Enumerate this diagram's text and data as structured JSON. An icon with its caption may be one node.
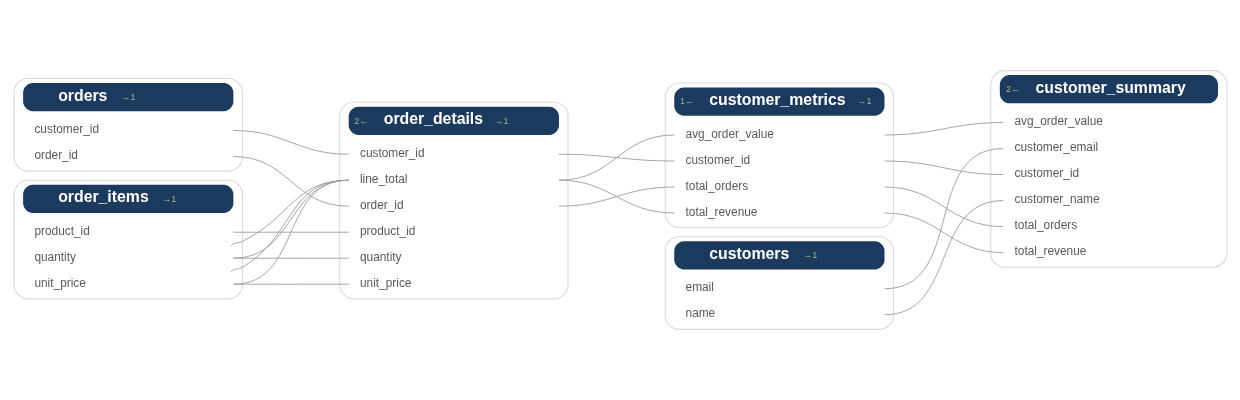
{
  "diagram": {
    "nodes": [
      {
        "text": [
          "orders",
          "→1"
        ]
      },
      {
        "text": [
          "customer_id"
        ],
        "in": 0
      },
      {
        "text": [
          "order_id"
        ],
        "in": 0
      },
      {
        "text": [
          "order_items",
          "→1"
        ]
      },
      {
        "text": [
          "product_id"
        ],
        "in": 3
      },
      {
        "text": [
          "quantity"
        ],
        "in": 3
      },
      {
        "text": [
          "unit_price"
        ],
        "in": 3
      },
      {
        "text": [
          "2←",
          "order_details",
          "→1"
        ]
      },
      {
        "text": [
          "customer_id"
        ],
        "in": 7
      },
      {
        "text": [
          "line_total"
        ],
        "in": 7
      },
      {
        "text": [
          "order_id"
        ],
        "in": 7
      },
      {
        "text": [
          "product_id"
        ],
        "in": 7
      },
      {
        "text": [
          "quantity"
        ],
        "in": 7
      },
      {
        "text": [
          "unit_price"
        ],
        "in": 7
      },
      {
        "text": [
          "1←",
          "customer_metrics",
          "→1"
        ]
      },
      {
        "text": [
          "avg_order_value"
        ],
        "in": 14
      },
      {
        "text": [
          "customer_id"
        ],
        "in": 14
      },
      {
        "text": [
          "total_orders"
        ],
        "in": 14
      },
      {
        "text": [
          "total_revenue"
        ],
        "in": 14
      },
      {
        "text": [
          "customers",
          "→1"
        ]
      },
      {
        "text": [
          "email"
        ],
        "in": 19
      },
      {
        "text": [
          "name"
        ],
        "in": 19
      },
      {
        "text": [
          "2←",
          "customer_summary"
        ]
      },
      {
        "text": [
          "avg_order_value"
        ],
        "in": 22
      },
      {
        "text": [
          "customer_email"
        ],
        "in": 22
      },
      {
        "text": [
          "customer_id"
        ],
        "in": 22
      },
      {
        "text": [
          "customer_name"
        ],
        "in": 22
      },
      {
        "text": [
          "total_orders"
        ],
        "in": 22
      },
      {
        "text": [
          "total_revenue"
        ],
        "in": 22
      }
    ],
    "edges": [
      {
        "from": 1,
        "to": 8,
        "arrow": "none"
      },
      {
        "from": 2,
        "to": 10,
        "arrow": "none"
      },
      {
        "from": 4,
        "to": 11,
        "arrow": "none"
      },
      {
        "from": 5,
        "to": 9,
        "arrow": "none"
      },
      {
        "from": 5,
        "to": 9,
        "arrow": "none"
      },
      {
        "from": 5,
        "to": 12,
        "arrow": "none"
      },
      {
        "from": 6,
        "to": 9,
        "arrow": "none"
      },
      {
        "from": 6,
        "to": 9,
        "arrow": "none"
      },
      {
        "from": 6,
        "to": 13,
        "arrow": "none"
      },
      {
        "from": 8,
        "to": 16,
        "arrow": "none"
      },
      {
        "from": 9,
        "to": 15,
        "arrow": "none"
      },
      {
        "from": 9,
        "to": 18,
        "arrow": "none"
      },
      {
        "from": 10,
        "to": 17,
        "arrow": "none"
      },
      {
        "from": 15,
        "to": 23,
        "arrow": "none"
      },
      {
        "from": 16,
        "to": 25,
        "arrow": "none"
      },
      {
        "from": 17,
        "to": 27,
        "arrow": "none"
      },
      {
        "from": 18,
        "to": 28,
        "arrow": "none"
      },
      {
        "from": 20,
        "to": 24,
        "arrow": "none"
      },
      {
        "from": 21,
        "to": 26,
        "arrow": "none"
      }
    ]
  }
}
